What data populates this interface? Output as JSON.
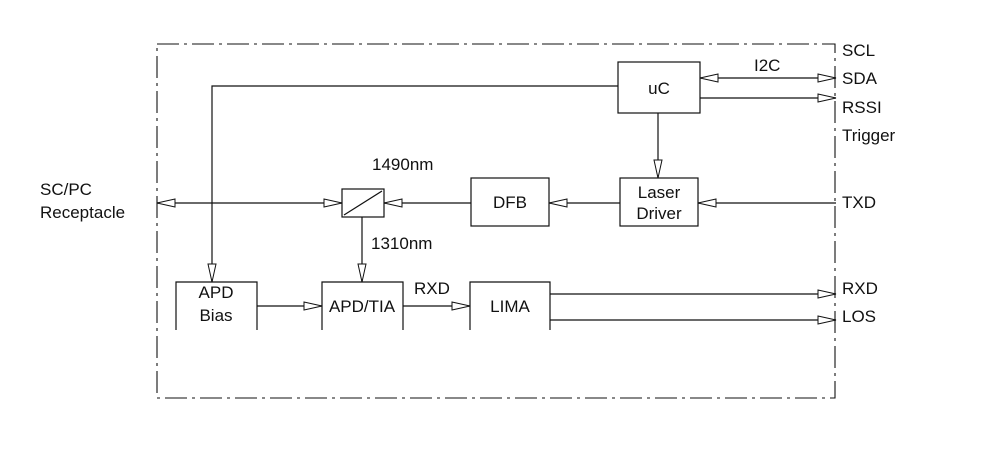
{
  "blocks": {
    "uc": "uC",
    "laser_driver_1": "Laser",
    "laser_driver_2": "Driver",
    "dfb": "DFB",
    "apd_bias_1": "APD",
    "apd_bias_2": "Bias",
    "apd_tia": "APD/TIA",
    "lima": "LIMA"
  },
  "wavelengths": {
    "downstream": "1490nm",
    "upstream": "1310nm"
  },
  "receptacle": {
    "line1": "SC/PC",
    "line2": "Receptacle"
  },
  "internal_labels": {
    "i2c": "I2C",
    "rxd": "RXD"
  },
  "pins": {
    "scl": "SCL",
    "sda": "SDA",
    "rssi": "RSSI",
    "trigger": "Trigger",
    "txd": "TXD",
    "rxd": "RXD",
    "los": "LOS"
  }
}
